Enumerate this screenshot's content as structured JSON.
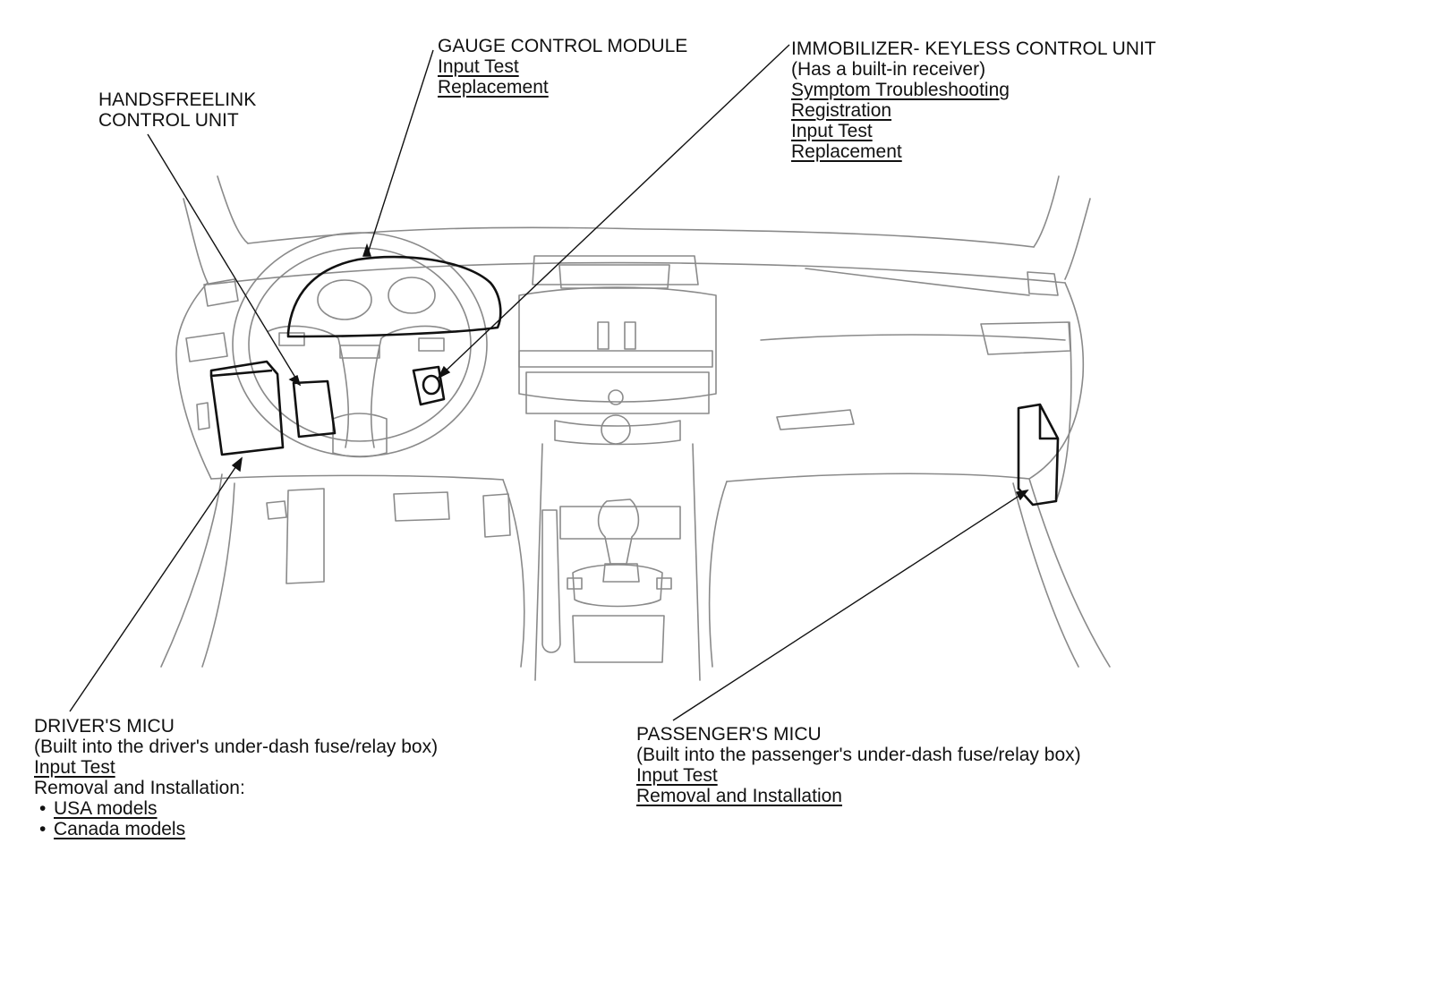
{
  "callouts": {
    "gauge": {
      "title": "GAUGE CONTROL MODULE",
      "links": [
        "Input Test",
        "Replacement"
      ]
    },
    "handsfree": {
      "title_line1": "HANDSFREELINK",
      "title_line2": "CONTROL UNIT"
    },
    "immobilizer": {
      "title": "IMMOBILIZER- KEYLESS CONTROL UNIT",
      "subtitle": "(Has a built-in receiver)",
      "links": [
        "Symptom Troubleshooting",
        "Registration",
        "Input Test",
        "Replacement"
      ]
    },
    "driver_micu": {
      "title": "DRIVER'S MICU",
      "subtitle": "(Built into the driver's under-dash fuse/relay box)",
      "link_input_test": "Input Test",
      "removal_label": "Removal and Installation:",
      "bullet_char": "•",
      "bullets": [
        "USA models",
        "Canada models"
      ]
    },
    "passenger_micu": {
      "title": "PASSENGER'S MICU",
      "subtitle": "(Built into the passenger's under-dash fuse/relay box)",
      "links": [
        "Input Test",
        "Removal and Installation"
      ]
    }
  },
  "colors": {
    "ink": "#111111",
    "light_line": "#8a8a8a",
    "background": "#ffffff"
  }
}
